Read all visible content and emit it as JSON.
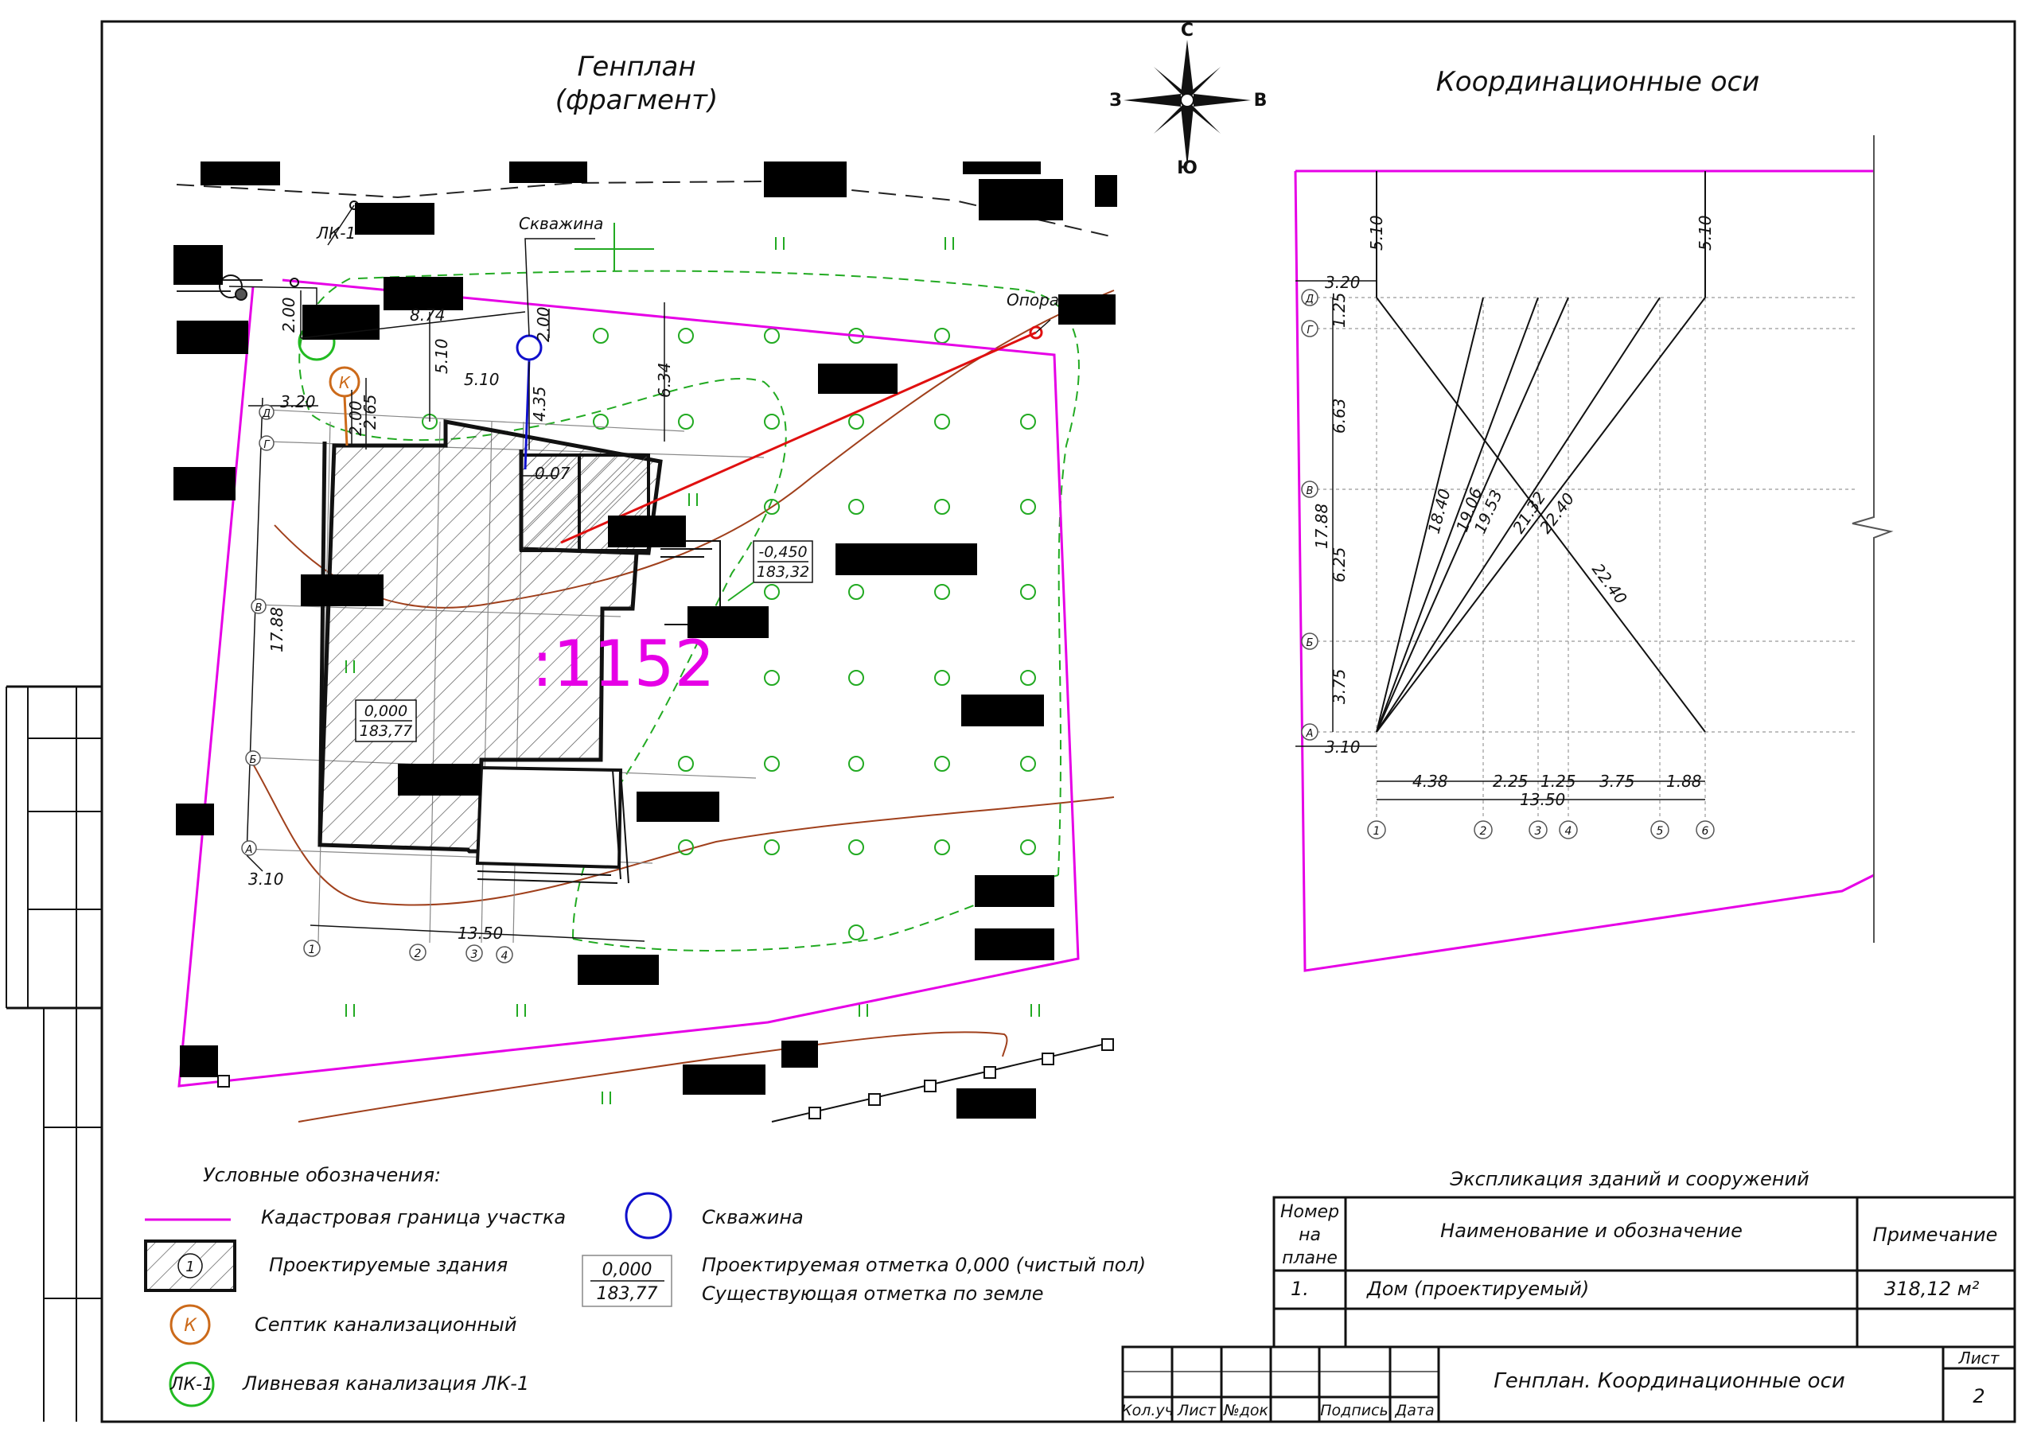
{
  "genplan": {
    "title_line1": "Генплан",
    "title_line2": "(фрагмент)",
    "plot_number": ":1152",
    "labels": {
      "lk1": "ЛК-1",
      "well": "Скважина",
      "pole": "Опора",
      "septic": "К"
    },
    "elevation_porch": {
      "design": "-0,450",
      "ground": "183,32"
    },
    "elevation_house": {
      "design": "0,000",
      "ground": "183,77"
    },
    "dims": {
      "d_2_00_top": "2.00",
      "d_8_74": "8.74",
      "d_5_10_a": "5.10",
      "d_5_10_b": "5.10",
      "d_2_00_well": "2.00",
      "d_4_35": "4.35",
      "d_6_34": "6.34",
      "d_3_20": "3.20",
      "d_2_00_sep": "2.00",
      "d_2_65": "2.65",
      "d_0_07": "0.07",
      "d_17_88": "17.88",
      "d_3_10": "3.10",
      "d_13_50": "13.50"
    },
    "axis_rows": [
      "Д",
      "Г",
      "В",
      "Б",
      "А"
    ],
    "axis_cols": [
      "1",
      "2",
      "3",
      "4"
    ]
  },
  "compass": {
    "north": "С",
    "south": "Ю",
    "west": "З",
    "east": "В"
  },
  "coord": {
    "title": "Координационные оси",
    "rows": [
      "Д",
      "Г",
      "В",
      "Б",
      "А"
    ],
    "cols": [
      "1",
      "2",
      "3",
      "4",
      "5",
      "6"
    ],
    "dims_left": {
      "d_3_20": "3.20",
      "d_3_10": "3.10",
      "d_1_25": "1.25",
      "d_6_63": "6.63",
      "d_6_25": "6.25",
      "d_3_75": "3.75",
      "d_17_88": "17.88"
    },
    "dims_top": {
      "d_5_10_a": "5.10",
      "d_5_10_b": "5.10"
    },
    "dims_bottom": {
      "d_4_38": "4.38",
      "d_2_25": "2.25",
      "d_1_25": "1.25",
      "d_3_75": "3.75",
      "d_1_88": "1.88",
      "d_13_50": "13.50"
    },
    "diagonals": {
      "d_18_40": "18.40",
      "d_19_06": "19.06",
      "d_19_53": "19.53",
      "d_21_32": "21.32",
      "d_22_40_a": "22.40",
      "d_22_40_b": "22.40"
    }
  },
  "legend": {
    "title": "Условные обозначения:",
    "cadastral": "Кадастровая граница участка",
    "buildings": "Проектируемые здания",
    "building_number": "1",
    "septic": "Септик канализационный",
    "septic_symbol": "К",
    "storm": "Ливневая канализация ЛК-1",
    "storm_symbol": "ЛК-1",
    "well": "Скважина",
    "elev_design_value": "0,000",
    "elev_ground_value": "183,77",
    "elev_design_text": "Проектируемая отметка 0,000 (чистый пол)",
    "elev_ground_text": "Существующая отметка по земле"
  },
  "explication": {
    "title": "Экспликация зданий и сооружений",
    "col_number_l1": "Номер",
    "col_number_l2": "на",
    "col_number_l3": "плане",
    "col_name": "Наименование и обозначение",
    "col_note": "Примечание",
    "rows": [
      {
        "num": "1.",
        "name": "Дом   (проектируемый)",
        "note": "318,12 м²"
      }
    ]
  },
  "stamp": {
    "headers": [
      "Кол.уч",
      "Лист",
      "№док",
      "Подпись",
      "Дата"
    ],
    "sheet_title": "Генплан. Координационные оси",
    "sheet_label": "Лист",
    "sheet_number": "2"
  },
  "colors": {
    "cadastral": "#e600e6",
    "green": "#22bb22",
    "septic": "#cc6a1a",
    "well": "#1010cc",
    "power": "#e01010",
    "contour": "#a0401c"
  }
}
